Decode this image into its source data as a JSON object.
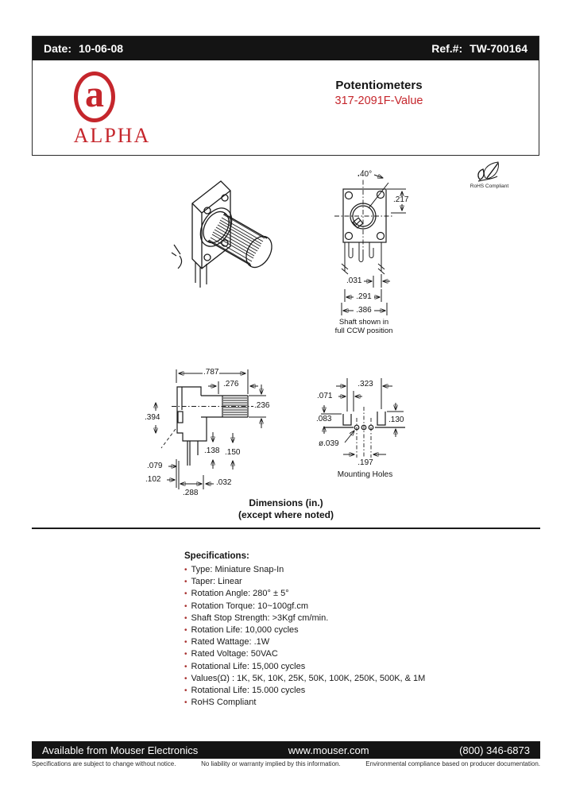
{
  "header": {
    "date_label": "Date:",
    "date_value": "10-06-08",
    "ref_label": "Ref.#:",
    "ref_value": "TW-700164"
  },
  "brand": {
    "logo_letter": "a",
    "logo_name": "ALPHA"
  },
  "title": {
    "product": "Potentiometers",
    "part_number": "317-2091F-Value"
  },
  "rohs": {
    "label": "RoHS Compliant"
  },
  "drawings": {
    "top_view": {
      "angle": "40°",
      "height": ".217",
      "dim_031": ".031",
      "dim_291": ".291",
      "dim_386": ".386",
      "caption_line1": "Shaft shown in",
      "caption_line2": "full CCW position"
    },
    "side_view": {
      "dim_787": ".787",
      "dim_276": ".276",
      "dim_236": ".236",
      "dim_394": ".394",
      "dim_138": ".138",
      "dim_150": ".150",
      "dim_079": ".079",
      "dim_102": ".102",
      "dim_288": ".288",
      "dim_032": ".032"
    },
    "mounting": {
      "dim_323": ".323",
      "dim_071": ".071",
      "dim_083": ".083",
      "dim_130": ".130",
      "hole_dia": "ø.039",
      "dim_197": ".197",
      "caption": "Mounting Holes"
    },
    "units_line1": "Dimensions (in.)",
    "units_line2": "(except where noted)"
  },
  "specs": {
    "heading": "Specifications:",
    "bullet": "•",
    "items": [
      "Type: Miniature Snap-In",
      "Taper: Linear",
      "Rotation Angle:  280° ± 5°",
      "Rotation Torque: 10~100gf.cm",
      "Shaft Stop Strength: >3Kgf cm/min.",
      "Rotation Life: 10,000 cycles",
      "Rated Wattage: .1W",
      "Rated Voltage: 50VAC",
      "Rotational Life: 15,000 cycles",
      "Values(Ω) : 1K, 5K, 10K, 25K, 50K, 100K, 250K, 500K, & 1M",
      "Rotational Life: 15.000 cycles",
      "RoHS Compliant"
    ]
  },
  "footer": {
    "availability": "Available from Mouser Electronics",
    "website": "www.mouser.com",
    "phone": "(800) 346-6873",
    "disclaimer1": "Specifications are subject to change without notice.",
    "disclaimer2": "No liability or warranty implied by this information.",
    "disclaimer3": "Environmental compliance based on producer documentation."
  }
}
